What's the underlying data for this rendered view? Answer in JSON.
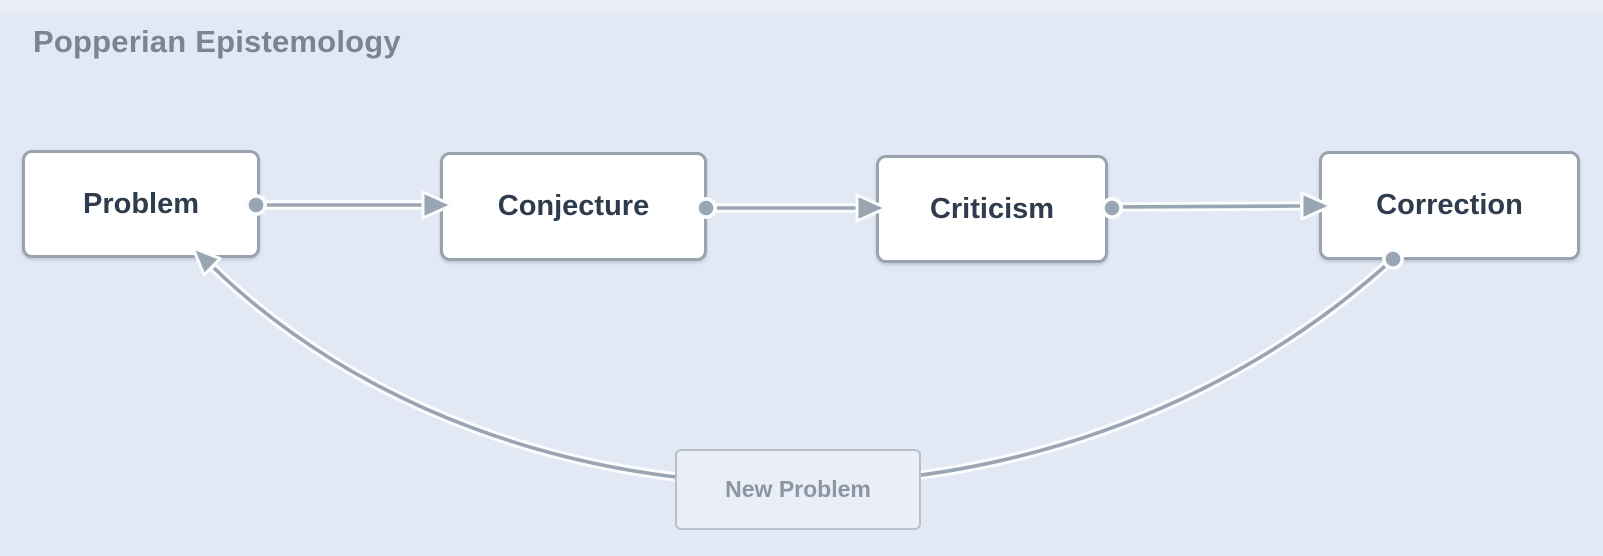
{
  "title": "Popperian Epistemology",
  "nodes": [
    {
      "id": "problem",
      "label": "Problem"
    },
    {
      "id": "conjecture",
      "label": "Conjecture"
    },
    {
      "id": "criticism",
      "label": "Criticism"
    },
    {
      "id": "correction",
      "label": "Correction"
    }
  ],
  "edges": [
    {
      "from": "Problem",
      "to": "Conjecture"
    },
    {
      "from": "Conjecture",
      "to": "Criticism"
    },
    {
      "from": "Criticism",
      "to": "Correction"
    },
    {
      "from": "Correction",
      "to": "Problem",
      "label": "New Problem"
    }
  ],
  "colors": {
    "background": "#e3e9f4",
    "top_strip": "#eaeef6",
    "node_fill": "#ffffff",
    "node_border": "#99a3b0",
    "node_text": "#2e3c4e",
    "title_text": "#7b8495",
    "arrow": "#9aa5b3",
    "arrow_halo": "#fafcfe",
    "label_fill": "#eaeef7",
    "label_border": "#b7c0cd",
    "label_text": "#8b95a4"
  }
}
